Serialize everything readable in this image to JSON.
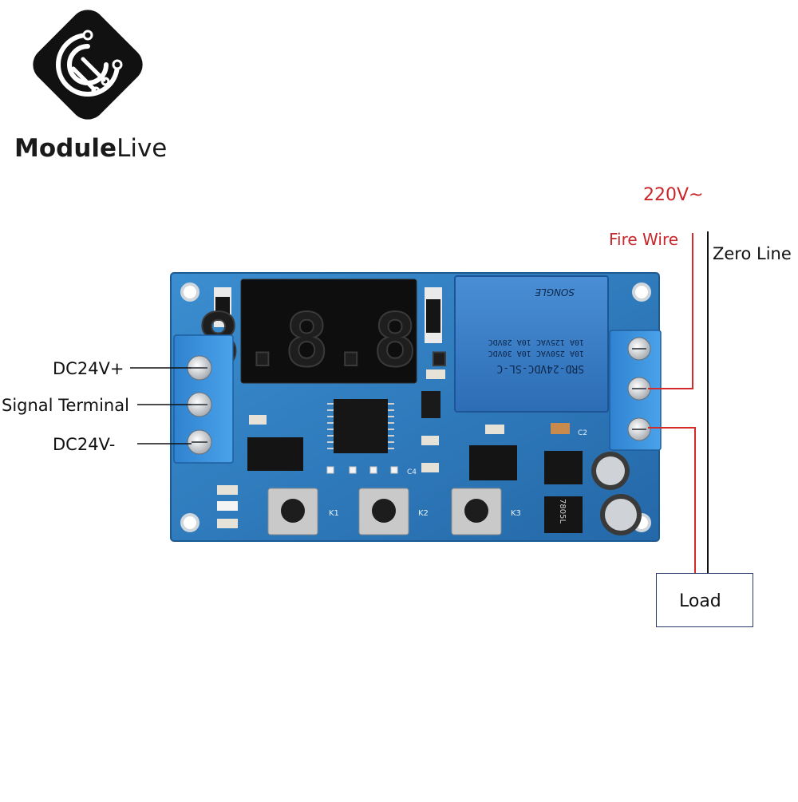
{
  "brand": {
    "part1": "Module",
    "part2": "Live"
  },
  "labels": {
    "dc_plus": "DC24V+",
    "signal": "Signal Terminal",
    "dc_minus": "DC24V-",
    "supply": "220V~",
    "fire_wire": "Fire Wire",
    "zero_line": "Zero Line",
    "load": "Load"
  },
  "board": {
    "relay_lines": [
      "SRD-24VDC-SL-C",
      "10A 250VAC 10A 30VDC",
      "10A 125VAC 10A 28VDC"
    ],
    "relay_brand": "SONGLE",
    "buttons": [
      "K1",
      "K2",
      "K3"
    ],
    "silk": {
      "c2": "C2",
      "c4": "C4",
      "reg": "7805L"
    },
    "display_digits": "8.8.8."
  },
  "colors": {
    "pcb": "#2f7dbd",
    "wire_red": "#d42a2a",
    "label_red": "#c8262b",
    "terminal": "#3a8fd8",
    "relay": "#3d7fc7"
  }
}
